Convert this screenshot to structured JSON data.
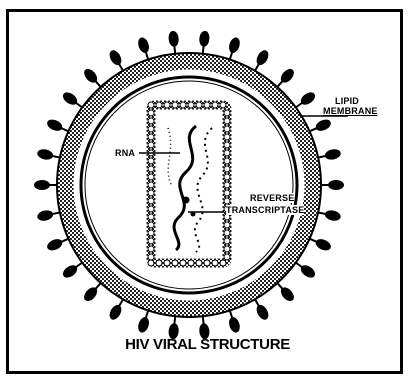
{
  "diagram": {
    "caption": "HIV VIRAL STRUCTURE",
    "labels": {
      "lipid_membrane_line1": "LIPID",
      "lipid_membrane_line2": "MEMBRANE",
      "rna": "RNA",
      "reverse_transcriptase_line1": "REVERSE",
      "reverse_transcriptase_line2": "TRANSCRIPTASE"
    },
    "colors": {
      "ink": "#000000",
      "paper": "#ffffff",
      "stipple": "#555555"
    }
  }
}
